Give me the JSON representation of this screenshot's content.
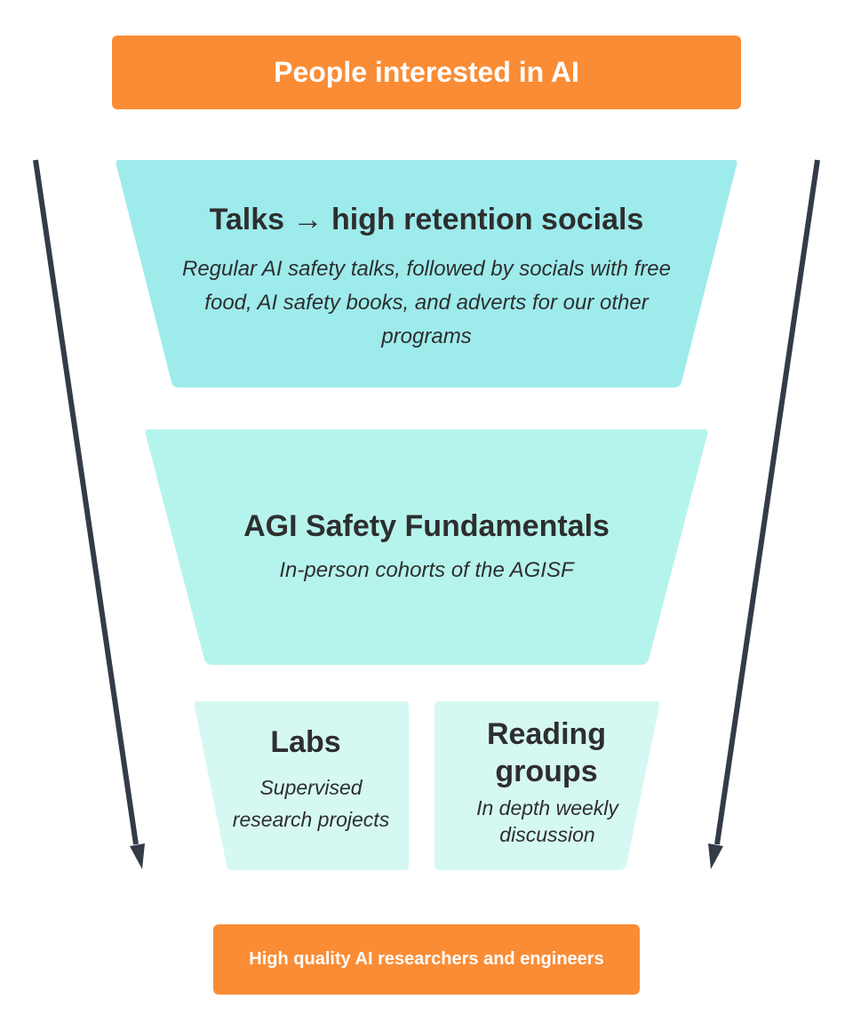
{
  "top": {
    "label": "People interested in AI"
  },
  "stages": [
    {
      "title": "Talks → high retention socials",
      "subtitle": "Regular AI safety talks, followed by socials with free food, AI safety books, and adverts for our other programs"
    },
    {
      "title": "AGI Safety Fundamentals",
      "subtitle": "In-person cohorts of the AGISF"
    },
    {
      "title": "Labs",
      "subtitle": "Supervised research projects"
    },
    {
      "title": "Reading groups",
      "subtitle": "In depth weekly discussion"
    }
  ],
  "bottom": {
    "label": "High quality AI researchers and engineers"
  },
  "colors": {
    "orange": "#FA8C35",
    "stage1": "#9EEBEC",
    "stage2": "#B5F4EC",
    "stage3": "#D6F8F2",
    "arrow": "#343B48"
  }
}
